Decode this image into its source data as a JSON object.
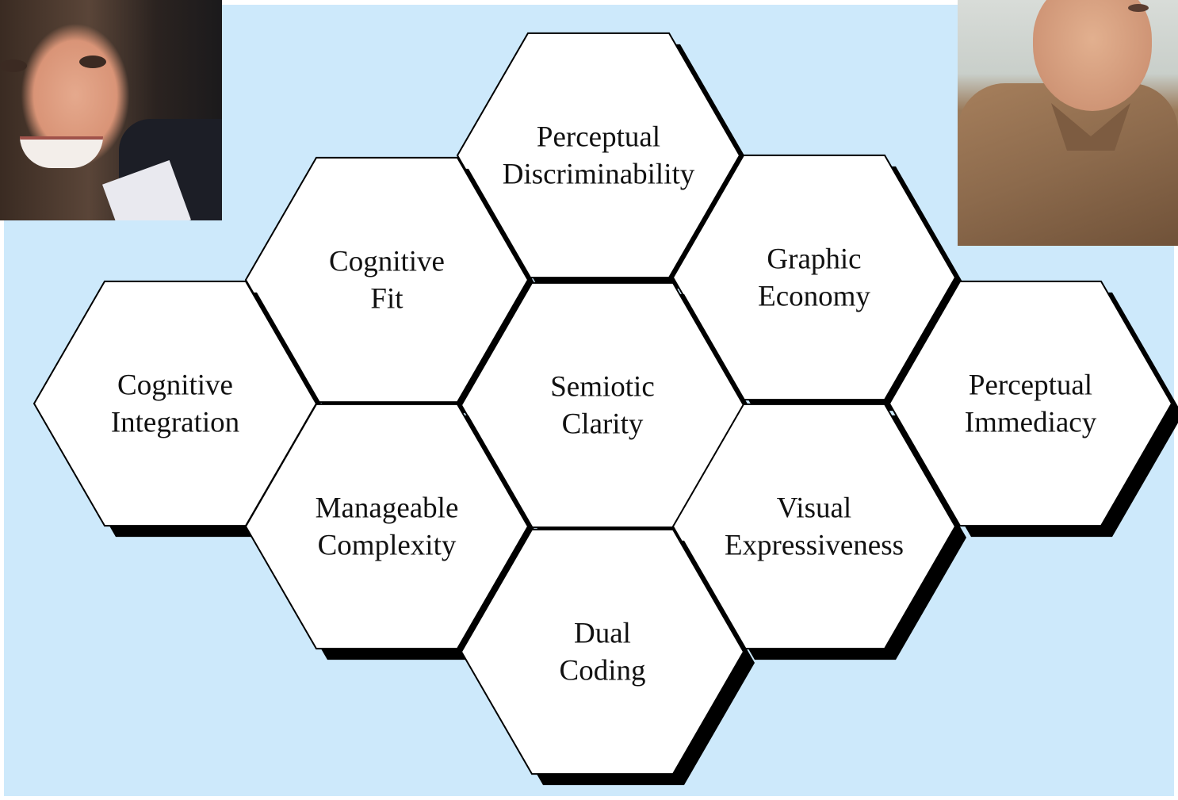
{
  "diagram": {
    "hexagons": [
      {
        "id": "perceptual-discriminability",
        "lines": [
          "Perceptual",
          "Discriminability"
        ]
      },
      {
        "id": "cognitive-fit",
        "lines": [
          "Cognitive",
          "Fit"
        ]
      },
      {
        "id": "graphic-economy",
        "lines": [
          "Graphic",
          "Economy"
        ]
      },
      {
        "id": "cognitive-integration",
        "lines": [
          "Cognitive",
          "Integration"
        ]
      },
      {
        "id": "semiotic-clarity",
        "lines": [
          "Semiotic",
          "Clarity"
        ]
      },
      {
        "id": "perceptual-immediacy",
        "lines": [
          "Perceptual",
          "Immediacy"
        ]
      },
      {
        "id": "manageable-complexity",
        "lines": [
          "Manageable",
          "Complexity"
        ]
      },
      {
        "id": "visual-expressiveness",
        "lines": [
          "Visual",
          "Expressiveness"
        ]
      },
      {
        "id": "dual-coding",
        "lines": [
          "Dual",
          "Coding"
        ]
      }
    ]
  },
  "colors": {
    "background": "#cde9fb",
    "hex_fill": "#ffffff",
    "hex_shadow": "#000000"
  },
  "photos": [
    {
      "id": "photo-left",
      "subject": "portrait-man-smiling"
    },
    {
      "id": "photo-right",
      "subject": "portrait-man-brown-shirt"
    }
  ]
}
